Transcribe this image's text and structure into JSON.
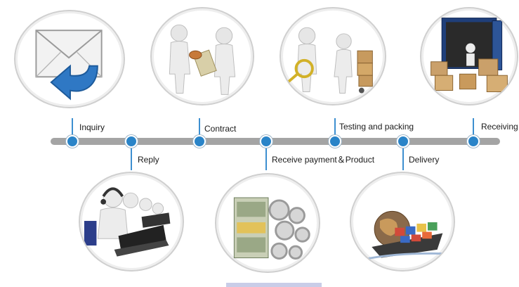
{
  "steps": [
    {
      "label": "Inquiry",
      "icon": "envelope-reply-icon"
    },
    {
      "label": "Reply",
      "icon": "call-center-icon"
    },
    {
      "label": "Contract",
      "icon": "handshake-contract-icon"
    },
    {
      "label": "Receive payment＆Product",
      "icon": "money-gears-icon"
    },
    {
      "label": "Testing and packing",
      "icon": "inspection-packing-icon"
    },
    {
      "label": "Delivery",
      "icon": "cargo-ship-icon"
    },
    {
      "label": "Receiving",
      "icon": "container-boxes-icon"
    }
  ],
  "colors": {
    "node": "#2a84c8",
    "bar": "#a4a4a4",
    "arrow": "#2f78c4"
  }
}
